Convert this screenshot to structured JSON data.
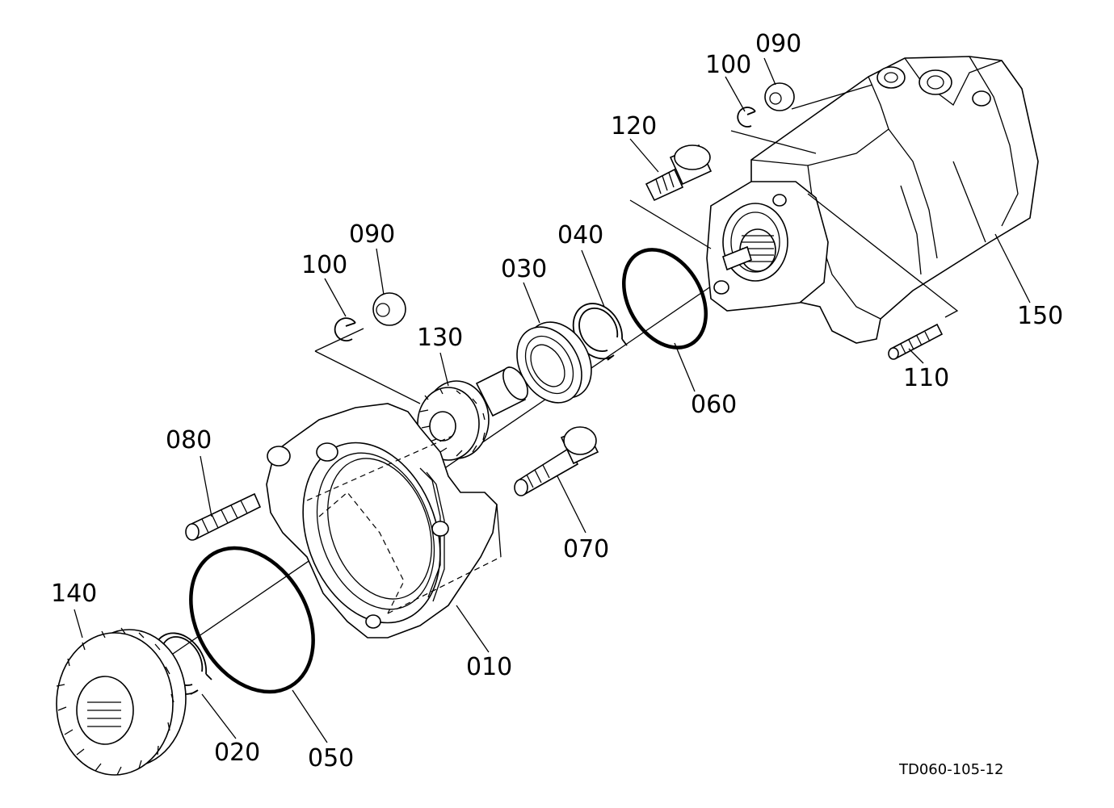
{
  "parts": {
    "p010": "010",
    "p020": "020",
    "p030": "030",
    "p040": "040",
    "p050": "050",
    "p060": "060",
    "p070": "070",
    "p080": "080",
    "p090a": "090",
    "p090b": "090",
    "p100a": "100",
    "p100b": "100",
    "p110": "110",
    "p120": "120",
    "p130": "130",
    "p140": "140",
    "p150": "150"
  },
  "figure_ref": "TD060-105-12"
}
